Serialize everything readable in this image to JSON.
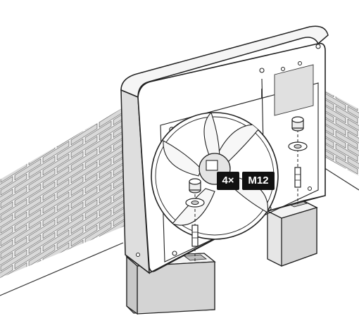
{
  "callout": {
    "count": "4×",
    "bolt_size": "M12"
  },
  "colors": {
    "outline": "#222222",
    "unit_face": "#ffffff",
    "unit_shade": "#dcdcdc",
    "brick": "#d9d9d9",
    "concrete": "#dadada",
    "badge_bg": "#111111",
    "badge_text": "#ffffff"
  },
  "icons": [
    "brick-wall",
    "heat-pump-unit",
    "fan-blade",
    "bolt",
    "washer",
    "nut",
    "concrete-block"
  ]
}
